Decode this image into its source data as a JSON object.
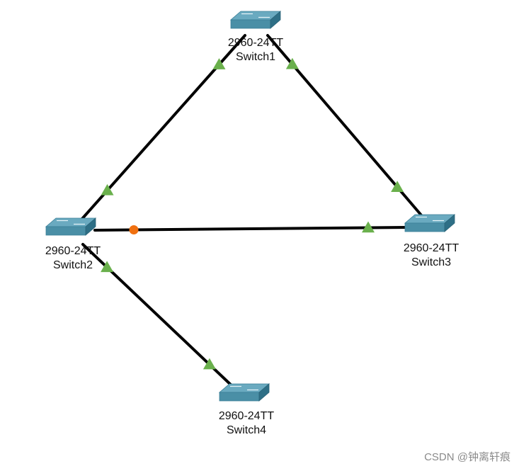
{
  "devices": [
    {
      "id": "switch1",
      "model": "2960-24TT",
      "name": "Switch1"
    },
    {
      "id": "switch2",
      "model": "2960-24TT",
      "name": "Switch2"
    },
    {
      "id": "switch3",
      "model": "2960-24TT",
      "name": "Switch3"
    },
    {
      "id": "switch4",
      "model": "2960-24TT",
      "name": "Switch4"
    }
  ],
  "links": [
    {
      "from": "switch1",
      "to": "switch2",
      "from_status": "up",
      "to_status": "up"
    },
    {
      "from": "switch1",
      "to": "switch3",
      "from_status": "up",
      "to_status": "up"
    },
    {
      "from": "switch2",
      "to": "switch3",
      "from_status": "blocked",
      "to_status": "up"
    },
    {
      "from": "switch2",
      "to": "switch4",
      "from_status": "up",
      "to_status": "up"
    }
  ],
  "colors": {
    "link": "#000000",
    "port_up": "#6ab04c",
    "port_blocked": "#f07010",
    "switch_top": "#6aaac0",
    "switch_front": "#4a8fa6",
    "switch_side": "#2e6f86"
  },
  "watermark": "CSDN @钟离轩痕"
}
